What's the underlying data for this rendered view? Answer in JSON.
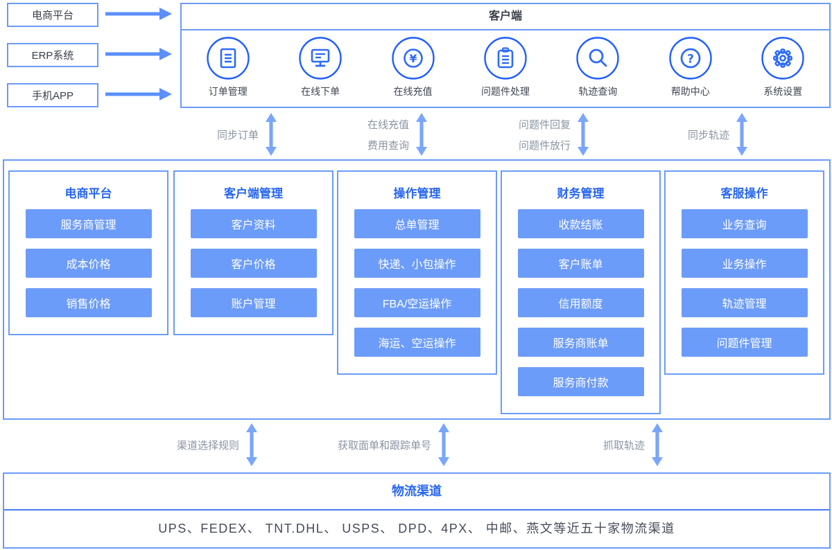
{
  "sources": [
    {
      "label": "电商平台"
    },
    {
      "label": "ERP系统"
    },
    {
      "label": "手机APP"
    }
  ],
  "client_bar": {
    "title": "客户端",
    "icons": [
      {
        "name": "order-document-icon",
        "label": "订单管理"
      },
      {
        "name": "monitor-icon",
        "label": "在线下单"
      },
      {
        "name": "yuan-currency-icon",
        "label": "在线充值"
      },
      {
        "name": "clipboard-icon",
        "label": "问题件处理"
      },
      {
        "name": "magnifier-icon",
        "label": "轨迹查询"
      },
      {
        "name": "help-circle-icon",
        "label": "帮助中心"
      },
      {
        "name": "gear-icon",
        "label": "系统设置"
      }
    ]
  },
  "flows_top": [
    {
      "line1": "同步订单",
      "line2": ""
    },
    {
      "line1": "在线充值",
      "line2": "费用查询"
    },
    {
      "line1": "问题件回复",
      "line2": "问题件放行"
    },
    {
      "line1": "同步轨迹",
      "line2": ""
    }
  ],
  "panels": [
    {
      "title": "电商平台",
      "items": [
        "服务商管理",
        "成本价格",
        "销售价格"
      ]
    },
    {
      "title": "客户端管理",
      "items": [
        "客户资料",
        "客户价格",
        "账户管理"
      ]
    },
    {
      "title": "操作管理",
      "items": [
        "总单管理",
        "快递、小包操作",
        "FBA/空运操作",
        "海运、空运操作"
      ]
    },
    {
      "title": "财务管理",
      "items": [
        "收款结账",
        "客户账单",
        "信用额度",
        "服务商账单",
        "服务商付款"
      ]
    },
    {
      "title": "客服操作",
      "items": [
        "业务查询",
        "业务操作",
        "轨迹管理",
        "问题件管理"
      ]
    }
  ],
  "flows_bottom": [
    {
      "label": "渠道选择规则"
    },
    {
      "label": "获取面单和跟踪单号"
    },
    {
      "label": "抓取轨迹"
    }
  ],
  "logistics": {
    "title": "物流渠道",
    "carriers": "UPS、FEDEX、 TNT.DHL、 USPS、 DPD、4PX、 中邮、燕文等近五十家物流渠道"
  },
  "colors": {
    "border_blue": "#6b9bf8",
    "icon_blue": "#1f5eff",
    "glyph_blue": "#2e6bf7",
    "title_blue": "#2867f0",
    "chip_blue": "#6c9cf9",
    "arrow_blue": "#6c9cf9",
    "gray_label": "#8a94a2",
    "dark_text": "#3a4049"
  }
}
